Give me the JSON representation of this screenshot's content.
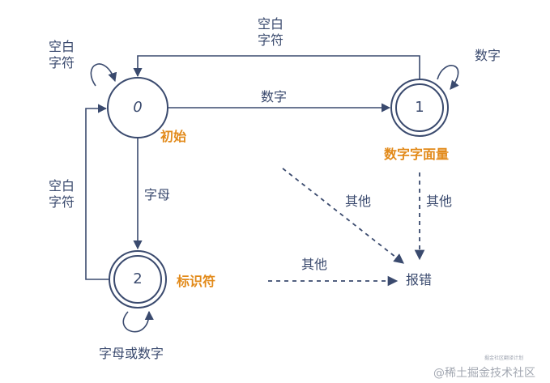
{
  "states": {
    "s0": {
      "id": "0",
      "name": "初始"
    },
    "s1": {
      "id": "1",
      "name": "数字字面量"
    },
    "s2": {
      "id": "2",
      "name": "标识符"
    }
  },
  "error_node": "报错",
  "edges": {
    "s0_self": [
      "空白",
      "字符"
    ],
    "s1_to_s0": [
      "空白",
      "字符"
    ],
    "s2_to_s0": [
      "空白",
      "字符"
    ],
    "s0_to_s1": "数字",
    "s1_self": "数字",
    "s0_to_s2": "字母",
    "s2_self": "字母或数字",
    "s1_to_error": "其他",
    "diag_to_error": "其他",
    "s2_to_error": "其他"
  },
  "watermark": {
    "small": "掘金社区翻译计划",
    "large": "@稀土掘金技术社区"
  },
  "colors": {
    "line": "#3a4a6e",
    "state_label": "#e28a1a"
  }
}
